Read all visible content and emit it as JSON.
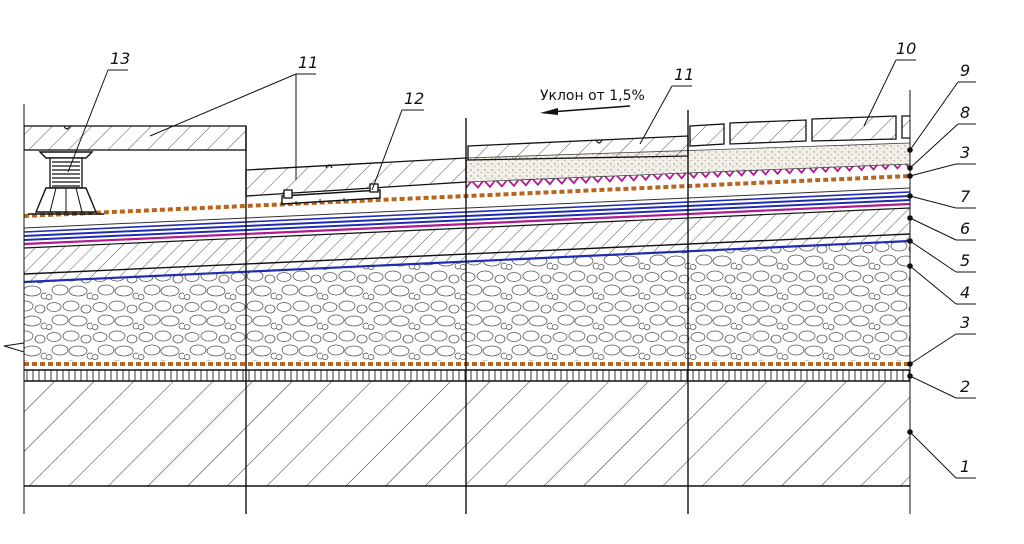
{
  "slope_text": "Уклон от 1,5%",
  "callouts": [
    {
      "key": "c13",
      "label": "13"
    },
    {
      "key": "c11a",
      "label": "11"
    },
    {
      "key": "c12",
      "label": "12"
    },
    {
      "key": "c11b",
      "label": "11"
    },
    {
      "key": "c10",
      "label": "10"
    },
    {
      "key": "c9",
      "label": "9"
    },
    {
      "key": "c8",
      "label": "8"
    },
    {
      "key": "c3a",
      "label": "3"
    },
    {
      "key": "c7",
      "label": "7"
    },
    {
      "key": "c6",
      "label": "6"
    },
    {
      "key": "c5",
      "label": "5"
    },
    {
      "key": "c4",
      "label": "4"
    },
    {
      "key": "c3b",
      "label": "3"
    },
    {
      "key": "c2",
      "label": "2"
    },
    {
      "key": "c1",
      "label": "1"
    }
  ],
  "colors": {
    "line": "#1a1a1a",
    "membrane_orange": "#b8651f",
    "membrane_blue": "#1f2bb0",
    "membrane_magenta": "#b0198f",
    "sand": "#f2efe6"
  }
}
